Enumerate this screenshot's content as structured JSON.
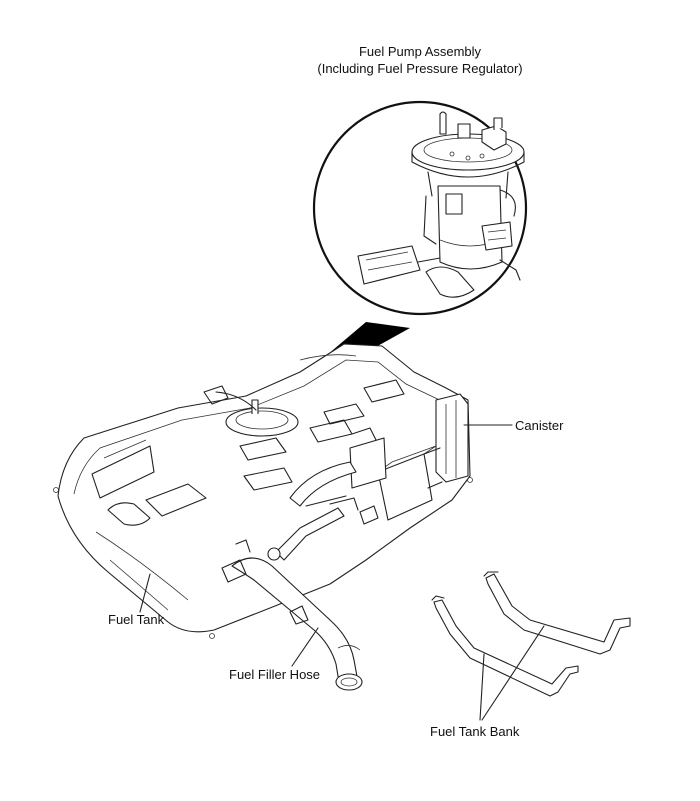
{
  "labels": {
    "fuel_pump_line1": "Fuel Pump Assembly",
    "fuel_pump_line2": "(Including Fuel Pressure Regulator)",
    "canister": "Canister",
    "fuel_tank": "Fuel Tank",
    "fuel_filler_hose": "Fuel Filler Hose",
    "fuel_tank_bank": "Fuel Tank Bank"
  }
}
